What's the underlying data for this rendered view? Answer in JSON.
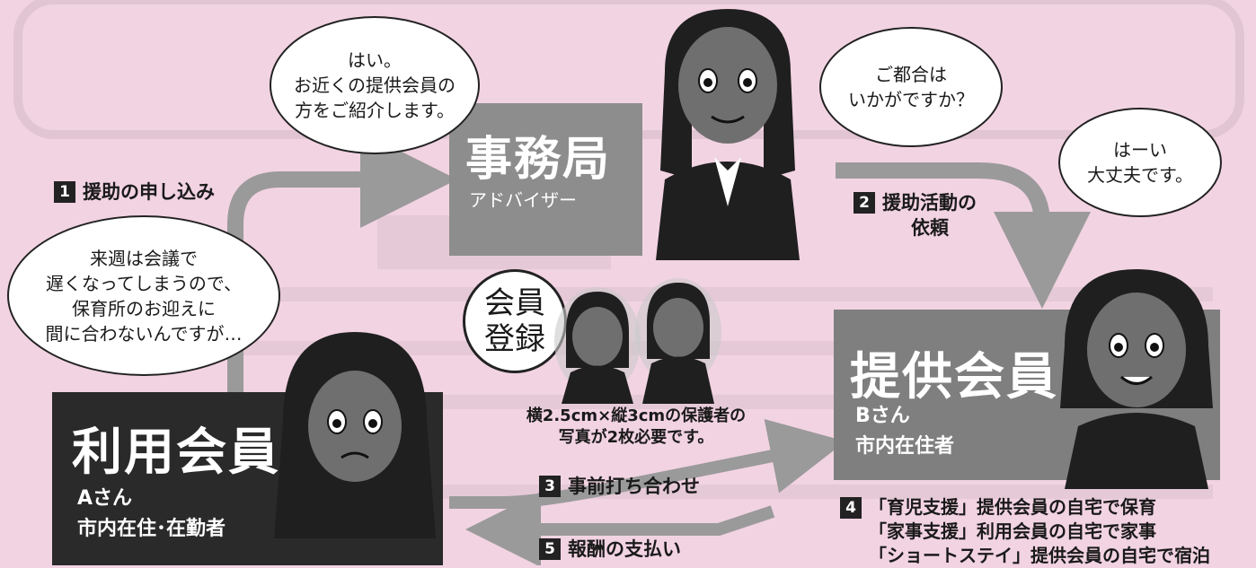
{
  "bubbles": {
    "office_line1": "はい。",
    "office_line2": "お近くの提供会員の",
    "office_line3": "方をご紹介します。",
    "schedule_line1": "ご都合は",
    "schedule_line2": "いかがですか？",
    "provider_line1": "はーい",
    "provider_line2": "大丈夫です。",
    "user_line1": "来週は会議で",
    "user_line2": "遅くなってしまうので、",
    "user_line3": "保育所のお迎えに",
    "user_line4": "間に合わないんですが…"
  },
  "boxes": {
    "office_title": "事務局",
    "office_sub": "アドバイザー",
    "provider_title": "提供会員",
    "provider_name": "Bさん",
    "provider_desc": "市内在住者",
    "user_title": "利用会員",
    "user_name": "Aさん",
    "user_desc": "市内在住･在勤者"
  },
  "registration": {
    "line1": "会員",
    "line2": "登録",
    "photo_line1": "横2.5cm×縦3cmの保護者の",
    "photo_line2": "写真が2枚必要です。"
  },
  "steps": {
    "s1_num": "1",
    "s1_label": "援助の申し込み",
    "s2_num": "2",
    "s2_line1": "援助活動の",
    "s2_line2": "依頼",
    "s3_num": "3",
    "s3_label": "事前打ち合わせ",
    "s4_num": "4",
    "s4_line1": "「育児支援」提供会員の自宅で保育",
    "s4_line2": "「家事支援」利用会員の自宅で家事",
    "s4_line3": "「ショートステイ」提供会員の自宅で宿泊",
    "s5_num": "5",
    "s5_label": "報酬の支払い"
  },
  "colors": {
    "background": "#f2d3e2",
    "dark_box": "#2a2a2a",
    "gray_box": "#8d8d8d",
    "arrow": "#9a9a9a"
  }
}
